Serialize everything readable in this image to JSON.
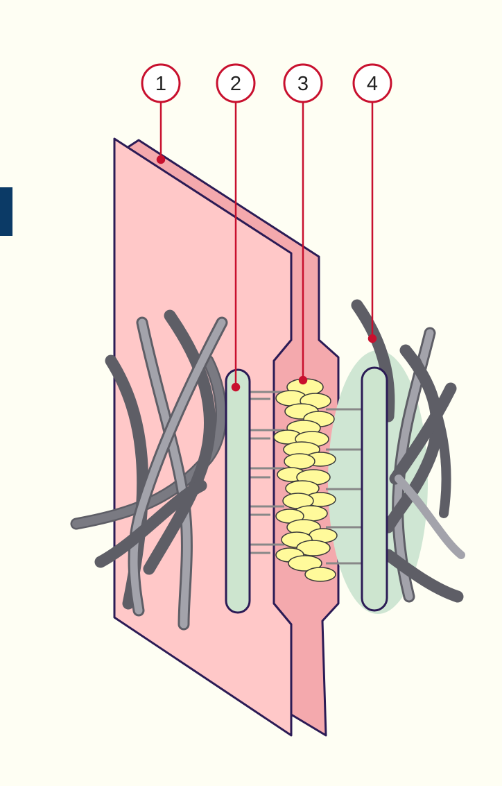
{
  "colors": {
    "background": "#FEFEF3",
    "sidebar_tab": "#0B3A66",
    "membrane_front": "#FFC8C8",
    "membrane_back": "#F4A9AD",
    "membrane_outline": "#2B1B55",
    "plaque_disc": "#CFE6D3",
    "plaque_bar": "#CDE5CF",
    "filament_dark": "#5E5E66",
    "filament_light": "#A3A3AB",
    "cadherin_oval": "#FFFA9B",
    "callout_red": "#C8102E"
  },
  "callouts": [
    {
      "label": "1",
      "icon": "cell-membrane"
    },
    {
      "label": "2",
      "icon": "plaque"
    },
    {
      "label": "3",
      "icon": "cadherin-junction"
    },
    {
      "label": "4",
      "icon": "intermediate-filament"
    }
  ]
}
